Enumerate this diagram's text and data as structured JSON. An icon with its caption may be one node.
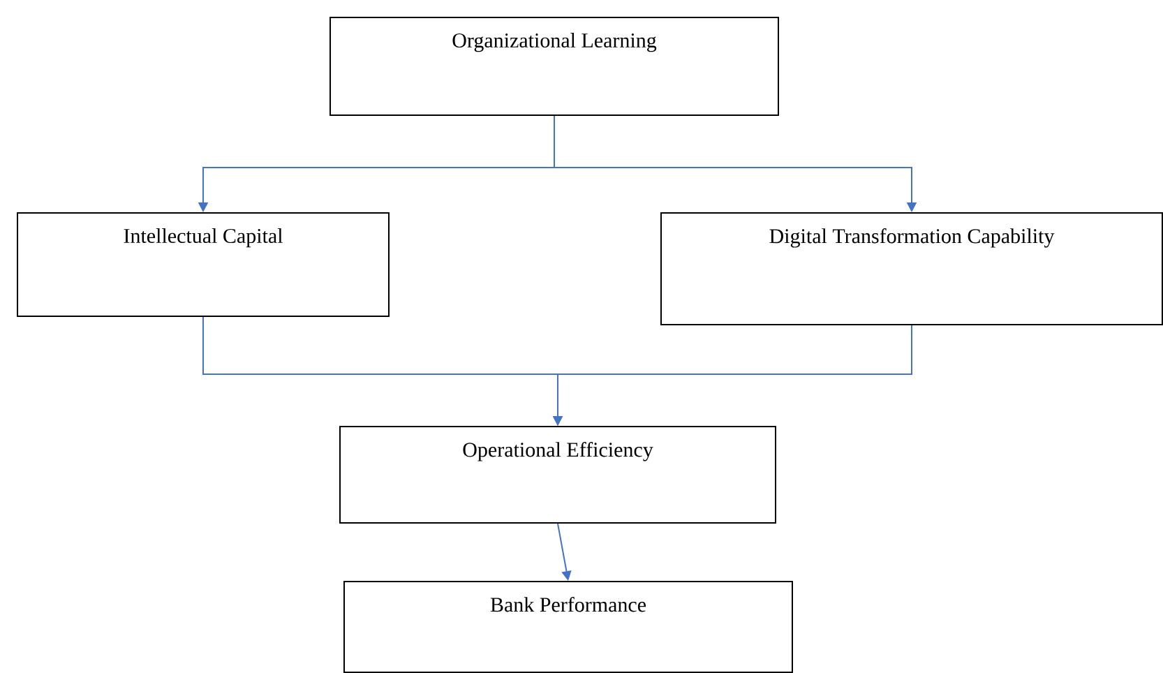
{
  "diagram": {
    "nodes": [
      {
        "text": [
          "Organizational Learning"
        ]
      },
      {
        "text": [
          "Intellectual Capital"
        ]
      },
      {
        "text": [
          "Digital Transformation Capability"
        ]
      },
      {
        "text": [
          "Operational Efficiency"
        ]
      },
      {
        "text": [
          "Bank Performance"
        ]
      }
    ],
    "edges": [
      {
        "from": 0,
        "to": 1,
        "arrow": "to"
      },
      {
        "from": 0,
        "to": 2,
        "arrow": "to"
      },
      {
        "from": 1,
        "to": 3,
        "arrow": "to"
      },
      {
        "from": 2,
        "to": 3,
        "arrow": "to"
      },
      {
        "from": 3,
        "to": 4,
        "arrow": "to"
      }
    ]
  }
}
